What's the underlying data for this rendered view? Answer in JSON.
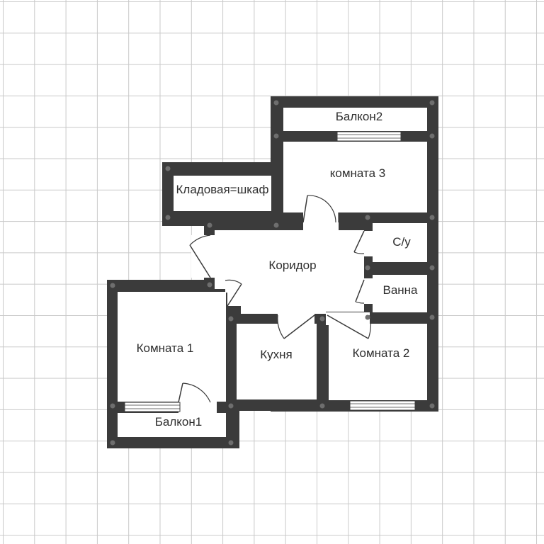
{
  "plan": {
    "rooms": {
      "balcony2": "Балкон2",
      "room3": "комната 3",
      "storage": "Кладовая=шкаф",
      "toilet": "С/у",
      "corridor": "Коридор",
      "bath": "Ванна",
      "room1": "Комната 1",
      "kitchen": "Кухня",
      "room2": "Комната 2",
      "balcony1": "Балкон1"
    },
    "colors": {
      "wall": "#3b3b3b",
      "grid": "#c9c9c9",
      "background": "#ffffff"
    }
  }
}
